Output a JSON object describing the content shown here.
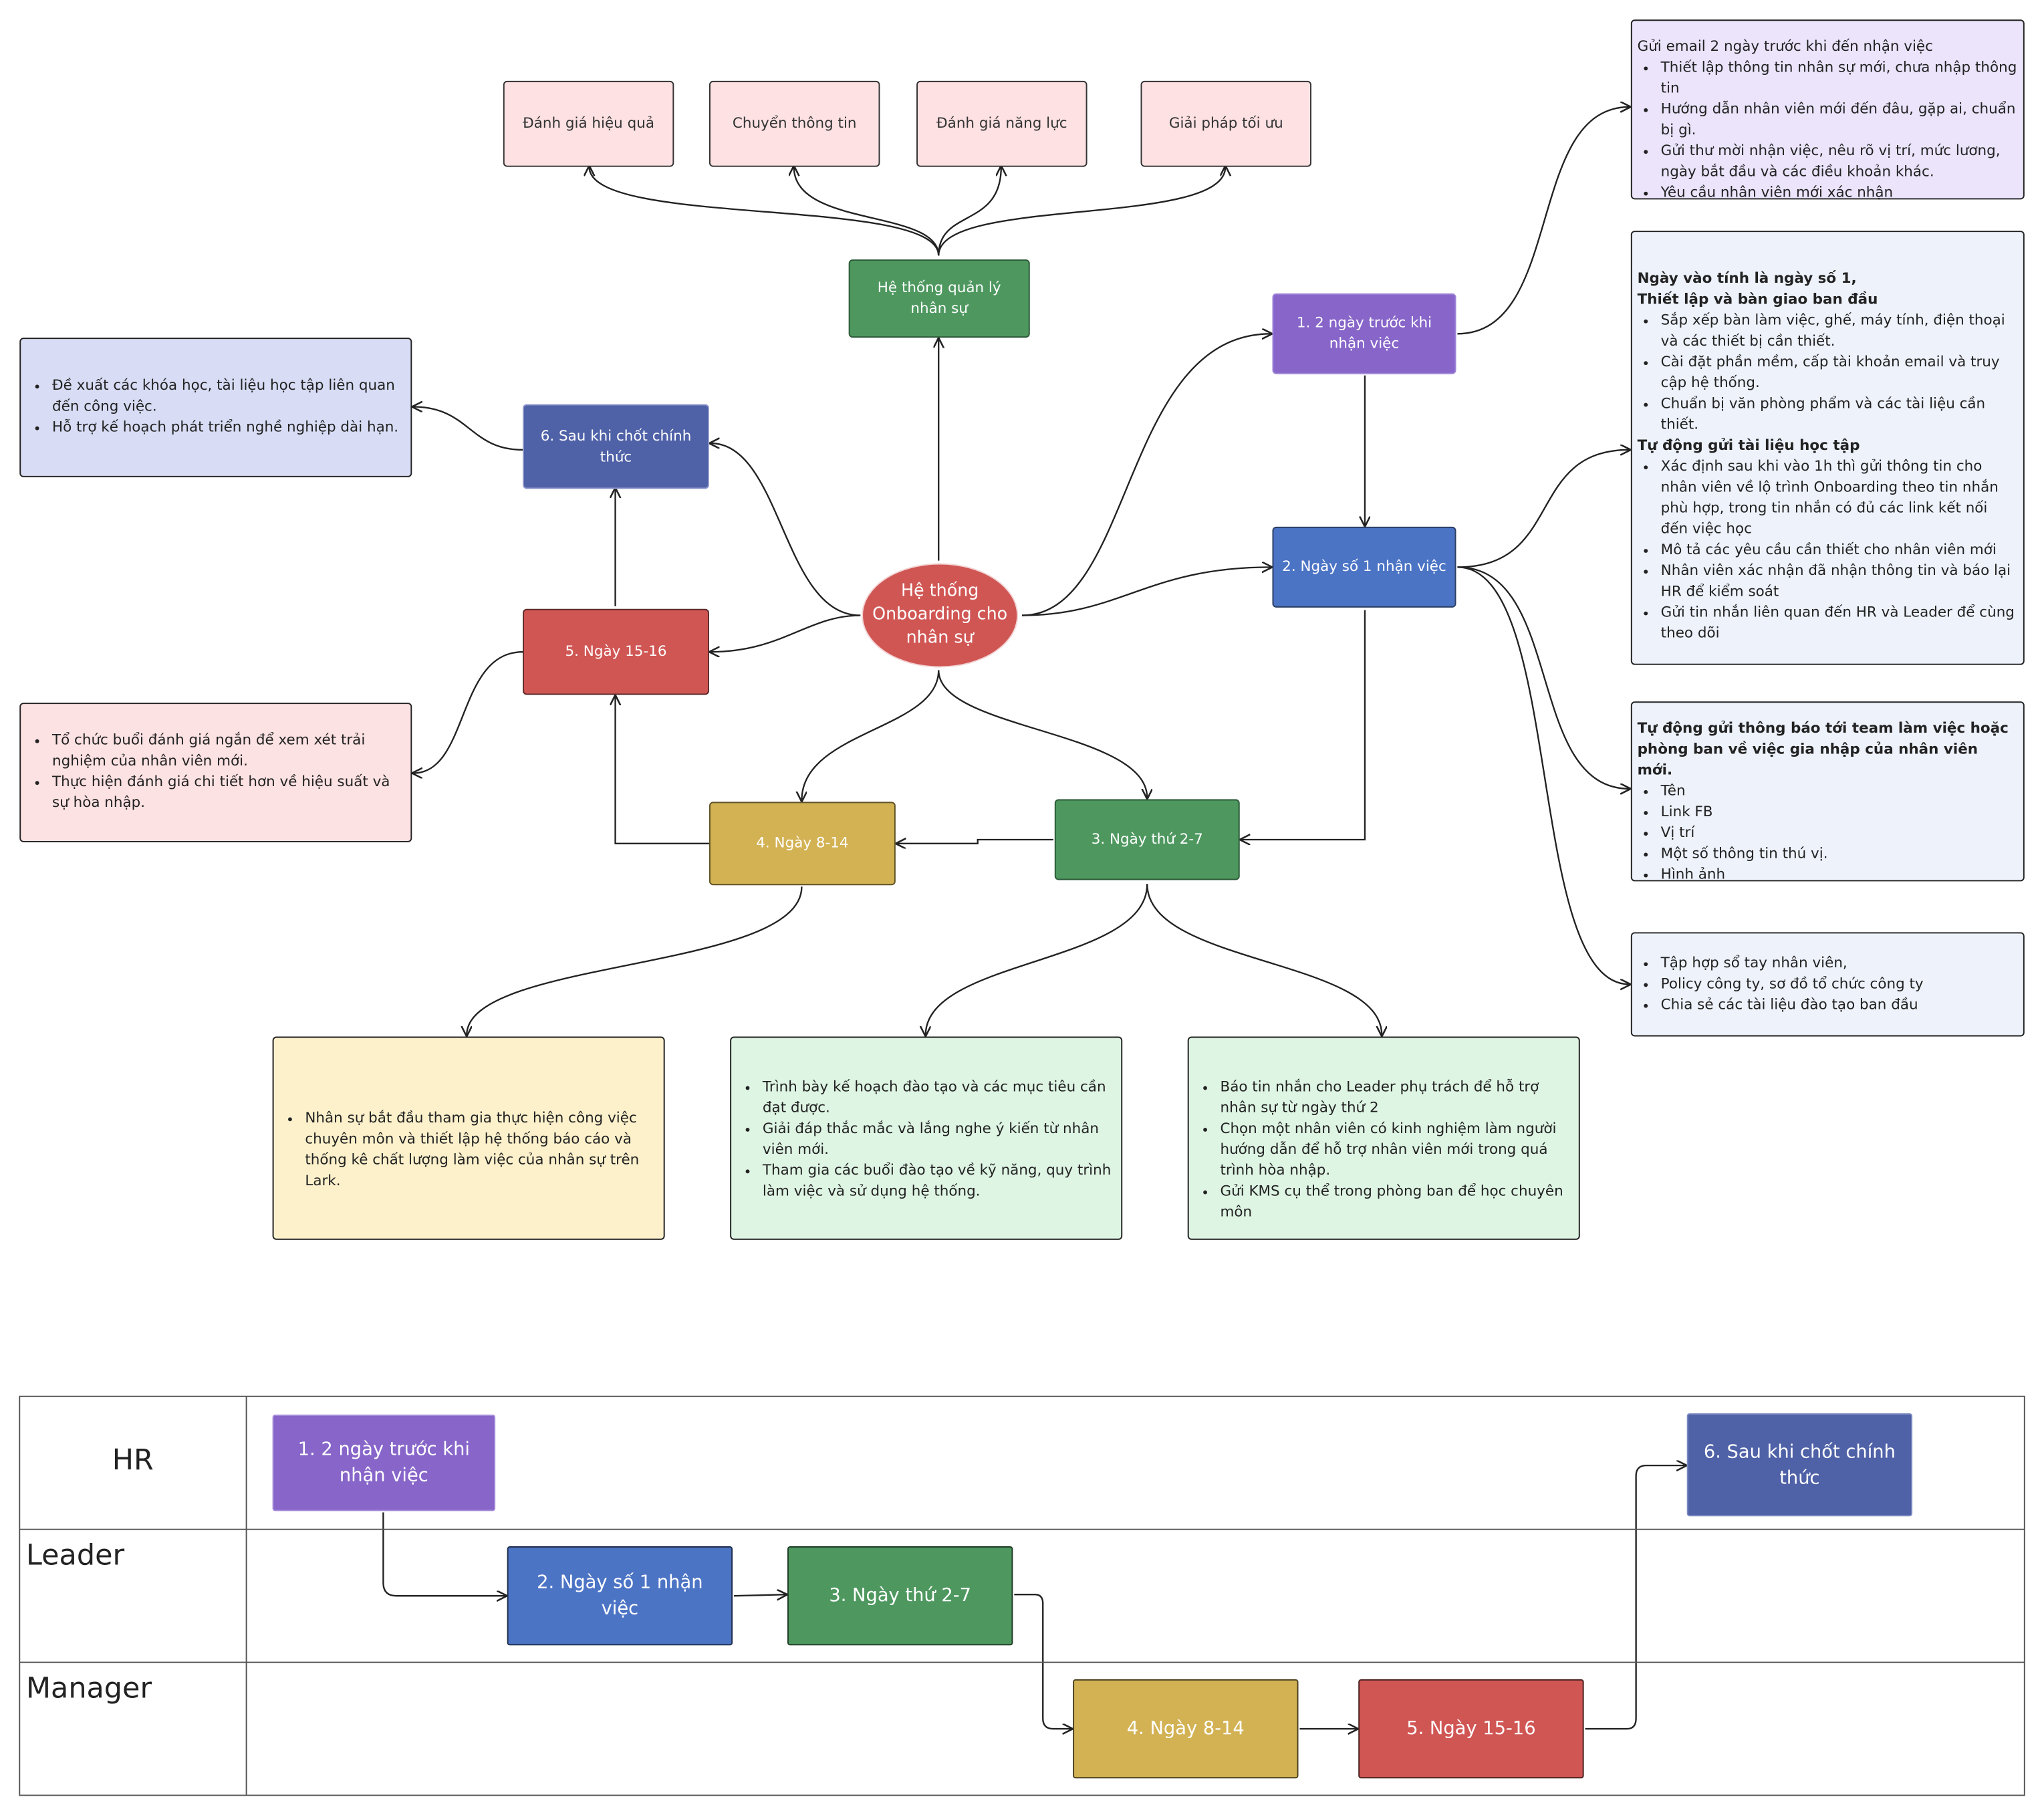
{
  "center": "Hệ thống Onboarding cho nhân sự",
  "hrm": {
    "label": "Hệ thống quản lý nhân sự",
    "children": [
      "Đánh giá hiệu quả",
      "Chuyển thông tin",
      "Đánh giá năng lực",
      "Giải pháp tối ưu"
    ]
  },
  "steps": {
    "s1": "1.  2 ngày trước khi nhận việc",
    "s2": "2. Ngày số 1 nhận việc",
    "s3": "3. Ngày thứ 2-7",
    "s4": "4. Ngày 8-14",
    "s5": "5. Ngày 15-16",
    "s6": "6. Sau khi chốt chính thức"
  },
  "notes": {
    "email": {
      "header": "Gửi email 2 ngày trước khi đến nhận việc",
      "items": [
        "Thiết lập thông tin nhân sự mới, chưa nhập thông tin",
        "Hướng dẫn nhân viên mới đến đâu, gặp ai, chuẩn bị gì.",
        "Gửi thư mời nhận việc, nêu rõ vị trí, mức lương, ngày bắt đầu và các điều khoản khác.",
        "Yêu cầu nhân viên mới xác nhận"
      ]
    },
    "day1": {
      "header1": "Ngày vào tính là ngày số 1,",
      "header2": "Thiết lập và bàn giao ban đầu",
      "items1": [
        "Sắp xếp bàn làm việc, ghế, máy tính, điện thoại và các thiết bị cần thiết.",
        "Cài đặt phần mềm, cấp tài khoản email và truy cập hệ thống.",
        "Chuẩn bị văn phòng phẩm và các tài liệu cần thiết."
      ],
      "header3": "Tự động gửi tài liệu học tập",
      "items2": [
        "Xác định sau khi vào 1h thì gửi thông tin cho nhân viên về lộ trình Onboarding theo tin nhắn phù hợp, trong tin nhắn có đủ các link kết nối đến việc học",
        "Mô tả các yêu cầu cần thiết cho nhân viên mới",
        "Nhân viên xác nhận đã nhận thông tin và báo lại HR để kiểm soát",
        "Gửi tin nhắn liên quan đến HR và Leader để cùng theo dõi"
      ]
    },
    "team": {
      "header": "Tự động gửi thông báo tới team làm việc hoặc phòng ban về việc gia nhập của nhân viên mới.",
      "items": [
        "Tên",
        "Link FB",
        "Vị trí",
        "Một số thông tin thú vị.",
        "Hình ảnh"
      ]
    },
    "handbook": {
      "items": [
        "Tập hợp sổ tay nhân viên,",
        "Policy công ty, sơ đồ tổ chức công ty",
        "Chia sẻ các tài liệu đào tạo ban đầu"
      ]
    },
    "after": {
      "items": [
        "Đề xuất các khóa học, tài liệu học tập liên quan đến công việc.",
        "Hỗ trợ kế hoạch phát triển nghề nghiệp dài hạn."
      ]
    },
    "eval": {
      "items": [
        "Tổ chức buổi đánh giá ngắn để xem xét trải nghiệm của nhân viên mới.",
        "Thực hiện đánh giá chi tiết hơn về hiệu suất và sự hòa nhập."
      ]
    },
    "work": {
      "items": [
        "Nhân sự bắt đầu tham gia thực hiện công việc chuyên môn và thiết lập hệ thống báo cáo và thống kê chất lượng làm việc của nhân sự trên Lark."
      ]
    },
    "training": {
      "items": [
        "Trình bày kế hoạch đào tạo và các mục tiêu cần đạt được.",
        "Giải đáp thắc mắc và lắng nghe ý kiến từ nhân viên mới.",
        "Tham gia các buổi đào tạo về kỹ năng, quy trình làm việc và sử dụng hệ thống."
      ]
    },
    "mentor": {
      "items": [
        "Báo tin nhắn cho Leader phụ trách để hỗ trợ nhân sự từ ngày thứ 2",
        "Chọn một nhân viên có kinh nghiệm làm người hướng dẫn để hỗ trợ nhân viên mới trong quá trình hòa nhập.",
        "Gửi KMS cụ thể trong phòng ban để học chuyên môn"
      ]
    }
  },
  "swimlane": {
    "lanes": [
      "HR",
      "Leader",
      "Manager"
    ]
  },
  "colors": {
    "purple": "#8765c9",
    "blue": "#4c74c5",
    "green": "#4e9860",
    "yellow": "#d3b254",
    "red": "#d05654",
    "navy": "#4f61a7",
    "pink": "#fde1e3"
  }
}
